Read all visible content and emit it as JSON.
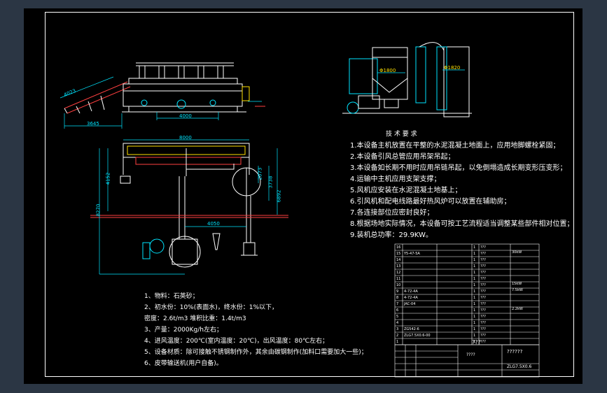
{
  "tech_title": "技 术 要 求",
  "tech_requirements": [
    "1.本设备主机放置在平整的水泥混凝土地面上，应用地脚螺栓紧固；",
    "2.本设备引风总管应用吊架吊起；",
    "3.本设备如长期不用时应用吊链吊起，以免倒塌造成长期变形压变形；",
    "4.运输中主机应用支架支撑；",
    "5.风机应安装在水泥混凝土地基上；",
    "6.引风机和配电线路最好热风炉可以放置在辅助房；",
    "7.各连接部位应密封良好；",
    "8.根据场地实际情况，本设备可按工艺流程适当调整某些部件相对位置；",
    "9.装机总功率：29.9KW。"
  ],
  "process_notes": [
    "1、物料：石英砂；",
    "2、初水份：10%(表面水)，终水份：1%以下，",
    "   密度：2.6t/m3 堆积比重：1.4t/m3",
    "3、产量：2000Kg/h左右；",
    "4、进风温度：200℃(室内温度：20℃)，出风温度：80℃左右；",
    "5、设备材质：除可接触不锈钢制作外，其余由碳钢制作(加料口需要加大一些)；",
    "6、皮带输送机(用户自备)。"
  ],
  "dims": {
    "d1": "4023",
    "d2": "3645",
    "d3": "4000",
    "d4": "8000",
    "d5": "4152",
    "d6": "8270",
    "d7": "4050",
    "d8": "2073",
    "d9": "3738",
    "d10": "6892",
    "d11": "Φ1800",
    "d12": "Φ1820"
  },
  "parts_list": [
    {
      "no": "16",
      "code": "",
      "name": "",
      "qty": "1",
      "note": "???"
    },
    {
      "no": "15",
      "code": "Y5-47-5A",
      "name": "",
      "qty": "1",
      "note": "???"
    },
    {
      "no": "14",
      "code": "",
      "name": "",
      "qty": "1",
      "note": "???"
    },
    {
      "no": "13",
      "code": "",
      "name": "",
      "qty": "1",
      "note": "???"
    },
    {
      "no": "12",
      "code": "",
      "name": "",
      "qty": "1",
      "note": "???"
    },
    {
      "no": "11",
      "code": "",
      "name": "",
      "qty": "1",
      "note": "???"
    },
    {
      "no": "10",
      "code": "",
      "name": "",
      "qty": "1",
      "note": "???"
    },
    {
      "no": "9",
      "code": "4-72-4A",
      "name": "",
      "qty": "1",
      "note": "???"
    },
    {
      "no": "8",
      "code": "4-72-4A",
      "name": "",
      "qty": "1",
      "note": "???"
    },
    {
      "no": "7",
      "code": "JAC-04",
      "name": "",
      "qty": "1",
      "note": "???"
    },
    {
      "no": "6",
      "code": "",
      "name": "",
      "qty": "1",
      "note": "???"
    },
    {
      "no": "5",
      "code": "",
      "name": "",
      "qty": "1",
      "note": "???"
    },
    {
      "no": "4",
      "code": "",
      "name": "",
      "qty": "1",
      "note": "???"
    },
    {
      "no": "3",
      "code": "ZG542-6",
      "name": "",
      "qty": "1",
      "note": "???"
    },
    {
      "no": "2",
      "code": "ZLG7.5X0.6-00",
      "name": "",
      "qty": "1",
      "note": "???"
    },
    {
      "no": "1",
      "code": "",
      "name": "",
      "qty": "1",
      "note": "???"
    }
  ],
  "parts_side_notes": [
    "30kW",
    "15kW",
    "7.5kW",
    "2.2kW"
  ],
  "title_block": {
    "drawing_name": "???",
    "company": "??????",
    "drawing_no": "ZLG7.5X0.6",
    "scale_cell": "????"
  }
}
